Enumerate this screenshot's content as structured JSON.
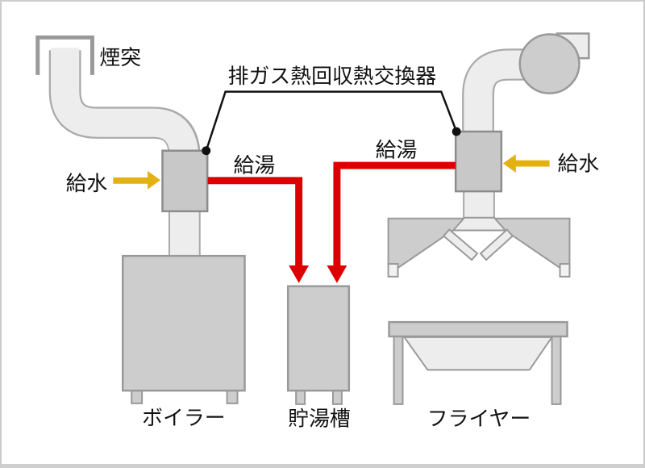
{
  "diagram": {
    "title_label": "排ガス熱回収熱交換器",
    "labels": {
      "chimney": "煙突",
      "heat_exchanger": "排ガス熱回収熱交換器",
      "water_supply_left": "給水",
      "water_supply_right": "給水",
      "hot_water_left": "給湯",
      "hot_water_right": "給湯",
      "boiler": "ボイラー",
      "storage_tank": "貯湯槽",
      "fryer": "フライヤー"
    },
    "colors": {
      "hot_water_pipe": "#dd0000",
      "water_supply_arrow": "#e3b112",
      "equipment_fill": "#cdcdcd",
      "exchanger_fill": "#c8c8c8",
      "duct_fill": "#ededed",
      "outline": "#999999",
      "leader_line": "#111111"
    }
  }
}
